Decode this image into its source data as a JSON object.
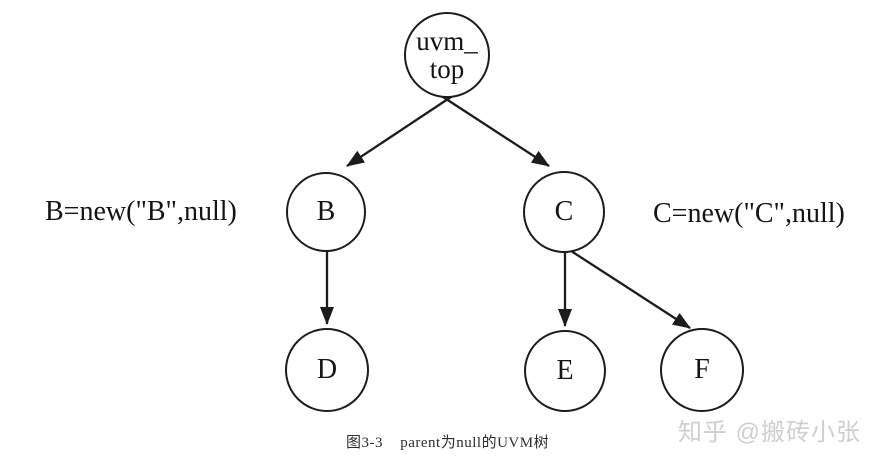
{
  "colors": {
    "background": "#ffffff",
    "line": "#1c1c1c",
    "text": "#141414",
    "caption": "#2e2e2e",
    "watermark": "#cfcfcf"
  },
  "nodes": {
    "uvm_top": {
      "line1": "uvm_",
      "line2": "top"
    },
    "b": {
      "label": "B"
    },
    "c": {
      "label": "C"
    },
    "d": {
      "label": "D"
    },
    "e": {
      "label": "E"
    },
    "f": {
      "label": "F"
    }
  },
  "edges": [
    {
      "from": "uvm_top",
      "to": "B"
    },
    {
      "from": "uvm_top",
      "to": "C"
    },
    {
      "from": "B",
      "to": "D"
    },
    {
      "from": "C",
      "to": "E"
    },
    {
      "from": "C",
      "to": "F"
    }
  ],
  "annotations": {
    "left_label": "B=new(\"B\",null)",
    "right_label": "C=new(\"C\",null)"
  },
  "caption": {
    "figure_number": "图3-3",
    "title": "parent为null的UVM树"
  },
  "watermark": {
    "text": "知乎 @搬砖小张"
  }
}
